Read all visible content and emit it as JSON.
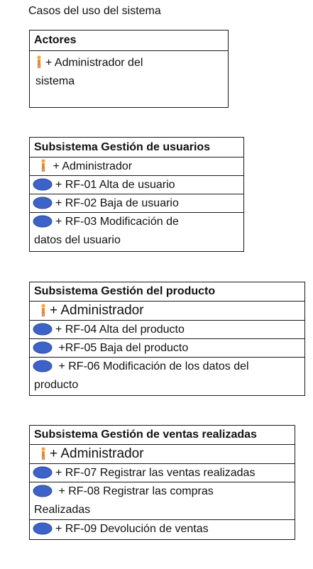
{
  "title": "Casos del uso del sistema",
  "colors": {
    "oval": "#3e63c8",
    "person_head": "#f3a43a",
    "person_body": "#f08a2a",
    "border": "#1a1a1a"
  },
  "actores": {
    "header": "Actores",
    "items": [
      "+ Administrador del",
      "sistema"
    ]
  },
  "usuarios": {
    "header": "Subsistema Gestión de usuarios",
    "actor": "+ Administrador",
    "rf01": "+ RF-01 Alta de usuario",
    "rf02": "+ RF-02 Baja de usuario",
    "rf03a": "+ RF-03 Modificación de",
    "rf03b": "datos del usuario"
  },
  "producto": {
    "header": "Subsistema Gestión del producto",
    "actor": "+ Administrador",
    "rf04": "+ RF-04 Alta del producto",
    "rf05": "+RF-05 Baja del producto",
    "rf06a": "+ RF-06 Modificación de los datos del",
    "rf06b": "producto"
  },
  "ventas": {
    "header": "Subsistema Gestión de ventas realizadas",
    "actor": "+ Administrador",
    "rf07": "+ RF-07 Registrar las ventas realizadas",
    "rf08a": "+ RF-08 Registrar las compras",
    "rf08b": "Realizadas",
    "rf09": "+ RF-09 Devolución de ventas"
  }
}
